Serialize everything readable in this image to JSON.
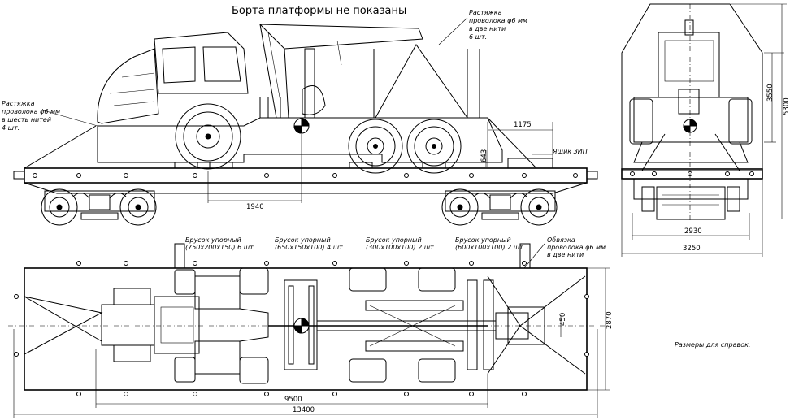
{
  "title": "Борта платформы не показаны",
  "notes": {
    "rastyazhka_top": [
      "Растяжка",
      "проволока  ϕ6 мм",
      "в две нити",
      "6 шт."
    ],
    "rastyazhka_left": [
      "Растяжка",
      "проволока  ϕ6 мм",
      "в шесть нитей",
      "4 шт."
    ],
    "yashchik": "Ящик ЗИП",
    "brusok_1": [
      "Брусок упорный",
      "(750x200x150) 6 шт."
    ],
    "brusok_2": [
      "Брусок упорный",
      "(650x150x100) 4 шт."
    ],
    "brusok_3": [
      "Брусок упорный",
      "(300x100x100) 2 шт."
    ],
    "brusok_4": [
      "Брусок упорный",
      "(600x100x100) 2 шт."
    ],
    "obvyazka": [
      "Обвязка",
      "проволока  ϕ6 мм",
      "в две нити"
    ],
    "info": "Размеры для справок."
  },
  "dimensions": {
    "d1175": "1175",
    "d643": "643",
    "d1940": "1940",
    "d3550": "3550",
    "d5300": "5300",
    "d2930": "2930",
    "d3250": "3250",
    "d450": "450",
    "d2870": "2870",
    "d9500": "9500",
    "d13400": "13400"
  }
}
